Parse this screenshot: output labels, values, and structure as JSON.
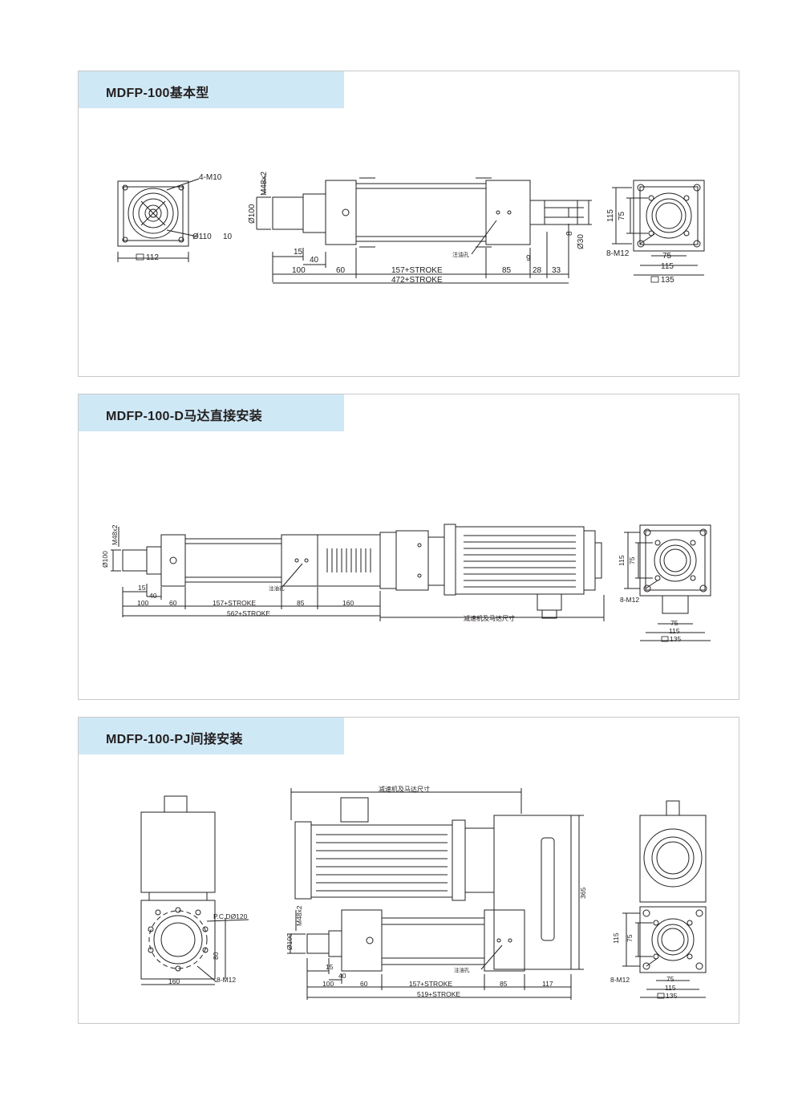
{
  "sections": [
    {
      "title": "MDFP-100基本型",
      "labels": {
        "thread_4m10": "4-M10",
        "bore": "Ø110",
        "bore_depth": "10",
        "side_112": "112",
        "m48x2": "M48x2",
        "d100": "Ø100",
        "d15": "15",
        "d40": "40",
        "d100b": "100",
        "d60": "60",
        "stroke157": "157+STROKE",
        "d85": "85",
        "d28": "28",
        "d33": "33",
        "d9": "9",
        "d8": "8",
        "d30": "Ø30",
        "total472": "472+STROKE",
        "oil_hole": "注油孔",
        "d115v": "115",
        "d75v": "75",
        "m12": "8-M12",
        "d75h": "75",
        "d115h": "115",
        "d135": "135"
      }
    },
    {
      "title": "MDFP-100-D马达直接安装",
      "labels": {
        "m48x2": "M48x2",
        "d100": "Ø100",
        "d15": "15",
        "d40": "40",
        "d100b": "100",
        "d60": "60",
        "stroke157": "157+STROKE",
        "d85": "85",
        "d160": "160",
        "total562": "562+STROKE",
        "oil_hole": "注油孔",
        "motor_dims": "减速机及马达尺寸",
        "d115v": "115",
        "d75v": "75",
        "m12": "8-M12",
        "d75h": "75",
        "d115h": "115",
        "d135": "135"
      }
    },
    {
      "title": "MDFP-100-PJ间接安装",
      "labels": {
        "pcd": "P.C.DØ120",
        "d80": "80",
        "d160": "160",
        "m12a": "8-M12",
        "motor_dims": "减速机及马达尺寸",
        "d365": "365",
        "m48x2": "M48x2",
        "d100": "Ø100",
        "d15": "15",
        "d40": "40",
        "d100b": "100",
        "d60": "60",
        "stroke157": "157+STROKE",
        "d85": "85",
        "d117": "117",
        "total519": "519+STROKE",
        "oil_hole": "注油孔",
        "d115v": "115",
        "d75v": "75",
        "m12": "8-M12",
        "d75h": "75",
        "d115h": "115",
        "d135": "135"
      }
    }
  ]
}
